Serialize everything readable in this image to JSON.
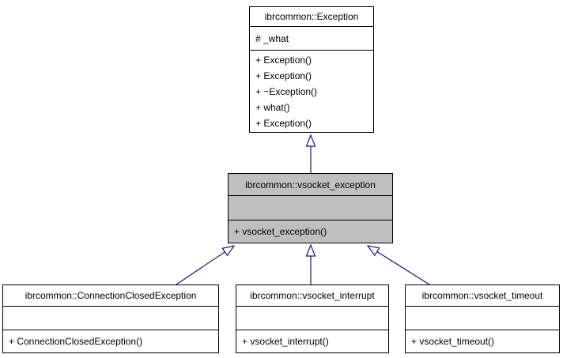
{
  "diagram": {
    "kind": "uml-class-inheritance",
    "classes": [
      {
        "id": "exception",
        "title": "ibrcommon::Exception",
        "attributes": [
          "# _what"
        ],
        "methods": [
          "+ Exception()",
          "+ Exception()",
          "+ ~Exception()",
          "+ what()",
          "+ Exception()"
        ],
        "highlighted": false
      },
      {
        "id": "vsocket_exception",
        "title": "ibrcommon::vsocket_exception",
        "attributes": [],
        "methods": [
          "+ vsocket_exception()"
        ],
        "highlighted": true
      },
      {
        "id": "connection_closed_exception",
        "title": "ibrcommon::ConnectionClosedException",
        "attributes": [],
        "methods": [
          "+ ConnectionClosedException()"
        ],
        "highlighted": false
      },
      {
        "id": "vsocket_interrupt",
        "title": "ibrcommon::vsocket_interrupt",
        "attributes": [],
        "methods": [
          "+ vsocket_interrupt()"
        ],
        "highlighted": false
      },
      {
        "id": "vsocket_timeout",
        "title": "ibrcommon::vsocket_timeout",
        "attributes": [],
        "methods": [
          "+ vsocket_timeout()"
        ],
        "highlighted": false
      }
    ],
    "relations": [
      {
        "from": "ibrcommon::vsocket_exception",
        "to": "ibrcommon::Exception",
        "type": "inheritance"
      },
      {
        "from": "ibrcommon::ConnectionClosedException",
        "to": "ibrcommon::vsocket_exception",
        "type": "inheritance"
      },
      {
        "from": "ibrcommon::vsocket_interrupt",
        "to": "ibrcommon::vsocket_exception",
        "type": "inheritance"
      },
      {
        "from": "ibrcommon::vsocket_timeout",
        "to": "ibrcommon::vsocket_exception",
        "type": "inheritance"
      }
    ],
    "colors": {
      "arrow": "#191970",
      "highlight_fill": "#bfbfbf",
      "box_fill": "#ffffff",
      "border": "#000000",
      "text": "#000000",
      "background": "#ffffff"
    }
  }
}
